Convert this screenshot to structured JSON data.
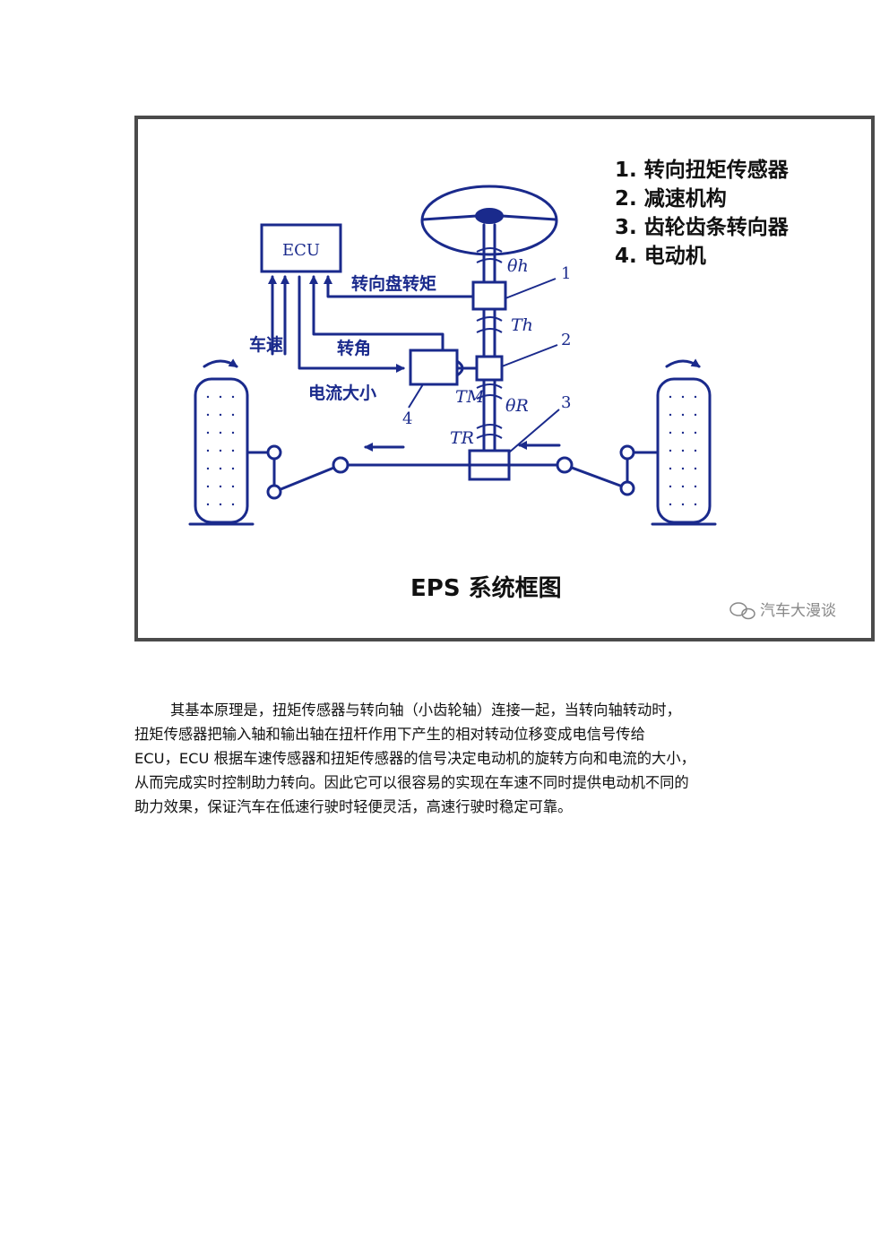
{
  "figure": {
    "legend": [
      "1. 转向扭矩传感器",
      "2. 减速机构",
      "3. 齿轮齿条转向器",
      "4. 电动机"
    ],
    "caption": "EPS 系统框图",
    "watermark": "汽车大漫谈",
    "labels": {
      "ecu": "ECU",
      "steering_torque": "转向盘转矩",
      "vehicle_speed": "车速",
      "steering_angle": "转角",
      "current": "电流大小",
      "theta_h": "θh",
      "t_h": "Th",
      "t_m": "TM",
      "theta_r": "θR",
      "t_r": "TR",
      "n1": "1",
      "n2": "2",
      "n3": "3",
      "n4": "4"
    }
  },
  "body": {
    "lines": [
      "其基本原理是，扭矩传感器与转向轴（小齿轮轴）连接一起，当转向轴转动时，",
      "扭矩传感器把输入轴和输出轴在扭杆作用下产生的相对转动位移变成电信号传给",
      "ECU，ECU 根据车速传感器和扭矩传感器的信号决定电动机的旋转方向和电流的大小，",
      "从而完成实时控制助力转向。因此它可以很容易的实现在车速不同时提供电动机不同的",
      "助力效果，保证汽车在低速行驶时轻便灵活，高速行驶时稳定可靠。"
    ]
  }
}
